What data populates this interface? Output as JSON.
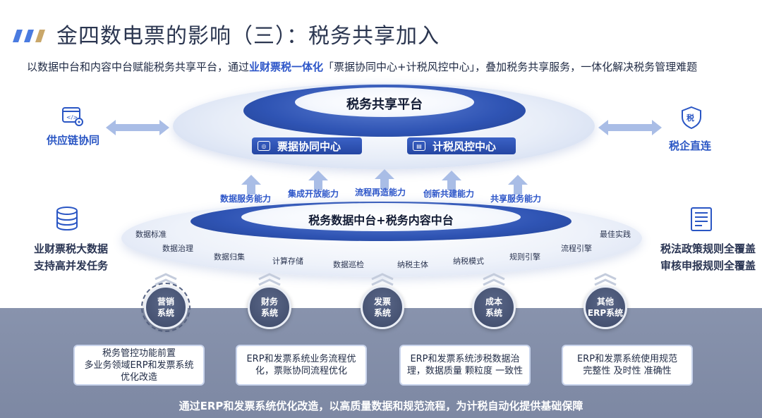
{
  "header": {
    "title": "金四数电票的影响（三）：税务共享加入",
    "subtitle_pre": "以数据中台和内容中台赋能税务共享平台，通过",
    "subtitle_highlight": "业财票税一体化",
    "subtitle_post": "「票据协同中心+计税风控中心」，叠加税务共享服务，一体化解决税务管理难题"
  },
  "platform": {
    "label": "税务共享平台",
    "center_left": "票据协同中心",
    "center_right": "计税风控中心"
  },
  "left_top": {
    "label": "供应链协同",
    "icon": "code-settings-icon"
  },
  "right_top": {
    "label": "税企直连",
    "icon": "tax-shield-icon"
  },
  "capabilities": [
    "数据服务能力",
    "集成开放能力",
    "流程再造能力",
    "创新共建能力",
    "共享服务能力"
  ],
  "middle": {
    "label": "税务数据中台+税务内容中台",
    "tags": [
      "数据标准",
      "数据治理",
      "数据归集",
      "计算存储",
      "数据巡检",
      "纳税主体",
      "纳税模式",
      "规则引擎",
      "流程引擎",
      "最佳实践"
    ]
  },
  "left_mid": {
    "line1": "业财票税大数据",
    "line2": "支持高并发任务",
    "icon": "database-icon"
  },
  "right_mid": {
    "line1": "税法政策规则全覆盖",
    "line2": "审核申报规则全覆盖",
    "icon": "document-icon"
  },
  "systems": [
    {
      "line1": "营销",
      "line2": "系统"
    },
    {
      "line1": "财务",
      "line2": "系统"
    },
    {
      "line1": "发票",
      "line2": "系统"
    },
    {
      "line1": "成本",
      "line2": "系统"
    },
    {
      "line1": "其他",
      "line2": "ERP系统"
    }
  ],
  "boxes": [
    {
      "lines": [
        "税务管控功能前置",
        "多业务领域ERP和发票系统",
        "优化改造"
      ]
    },
    {
      "lines": [
        "ERP和发票系统业务流程优",
        "化，票账协同流程优化"
      ]
    },
    {
      "lines": [
        "ERP和发票系统涉税数据治",
        "理，数据质量 颗粒度 一致性"
      ]
    },
    {
      "lines": [
        "ERP和发票系统使用规范",
        "完整性 及时性 准确性"
      ]
    }
  ],
  "footer": "通过ERP和发票系统优化改造，以高质量数据和规范流程，为计税自动化提供基础保障",
  "colors": {
    "accent": "#2d56c9",
    "dark_blue": "#2546a3",
    "band": "#7d88a3",
    "circle": "#3e4a69"
  }
}
